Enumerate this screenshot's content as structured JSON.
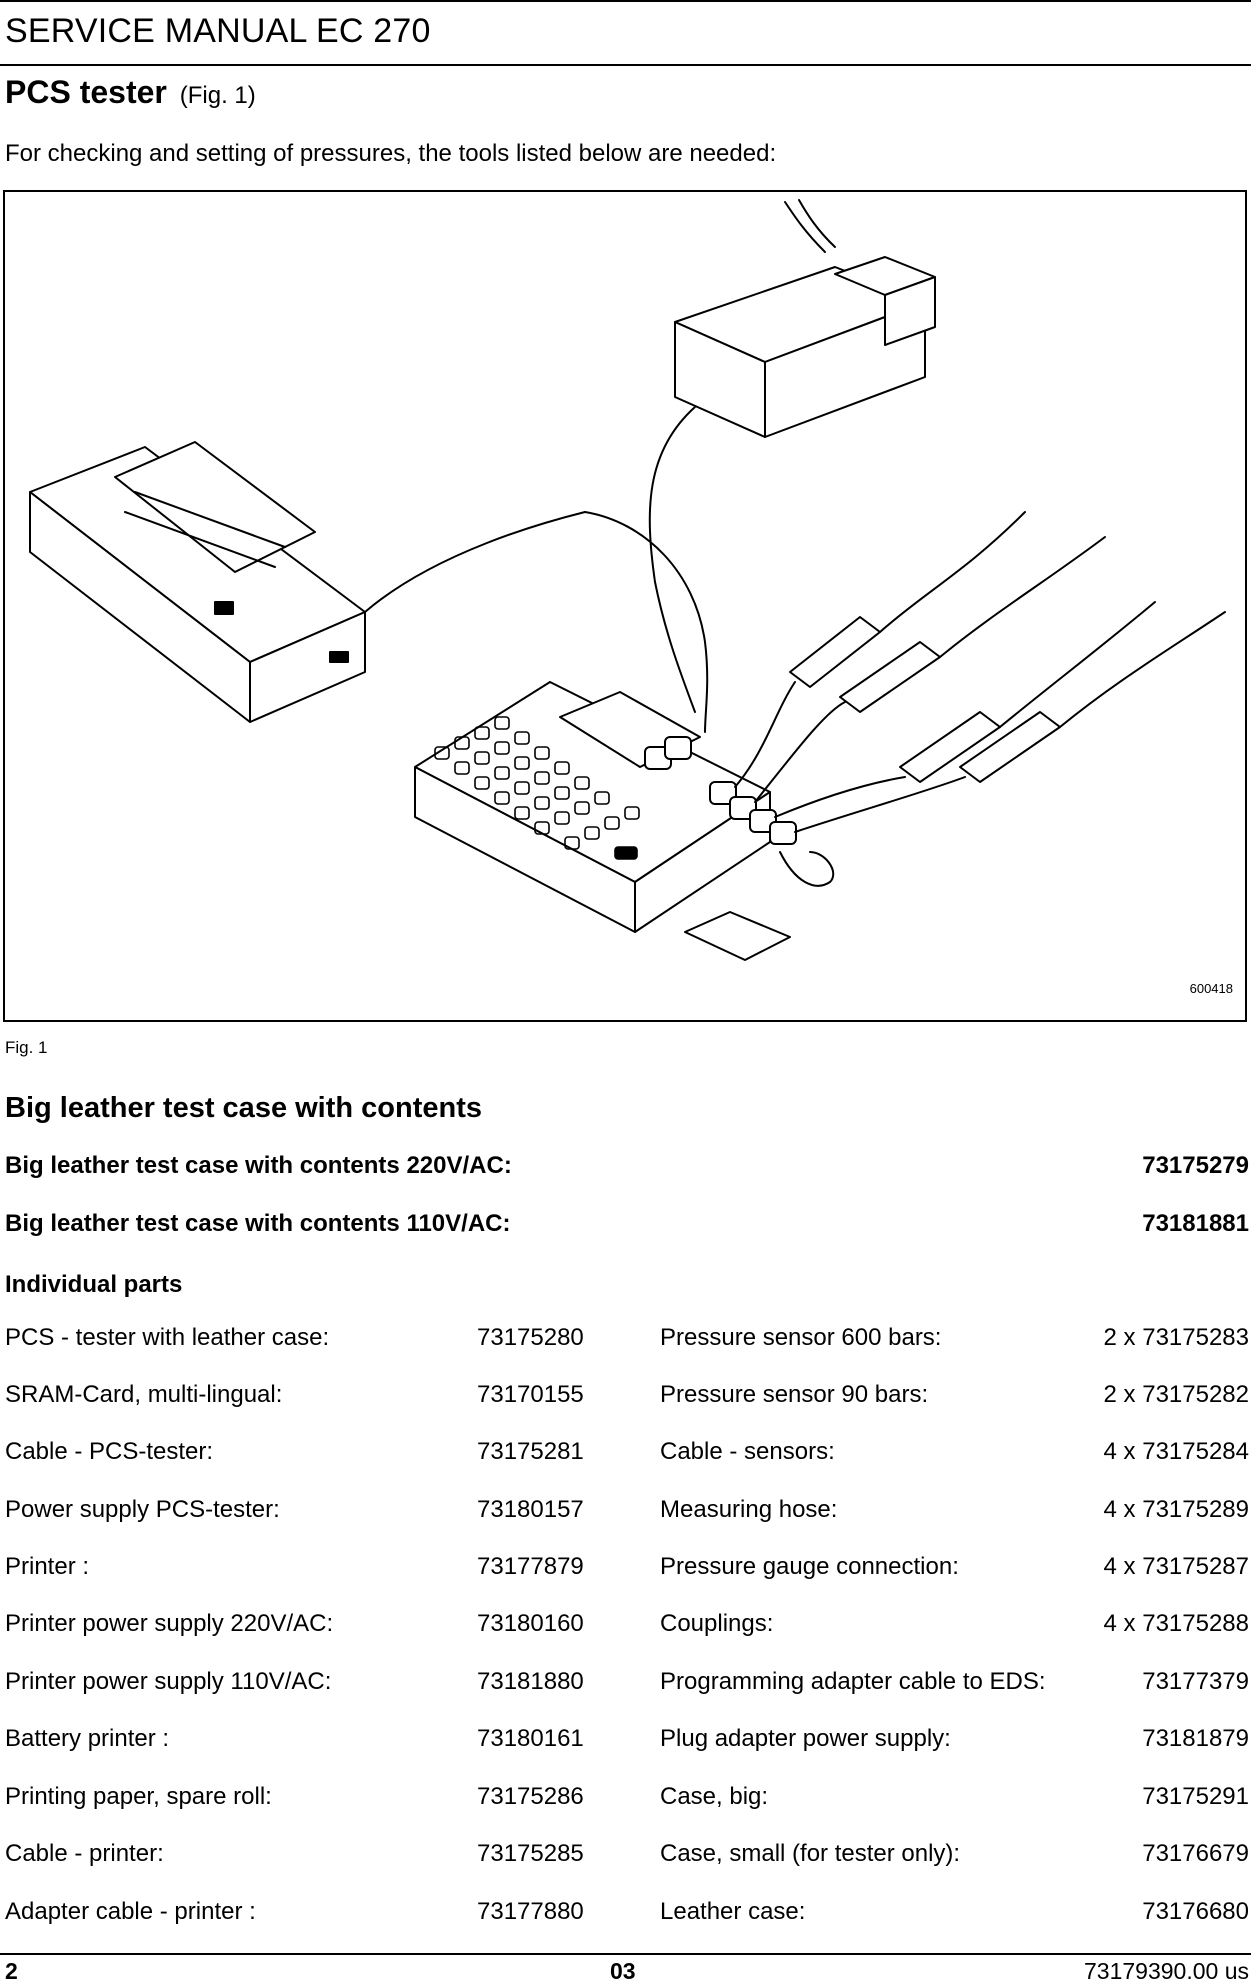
{
  "header": {
    "title": "SERVICE MANUAL EC 270"
  },
  "section": {
    "title": "PCS tester",
    "fig_ref": "(Fig. 1)"
  },
  "intro": "For checking and setting of pressures, the tools listed below are needed:",
  "figure": {
    "code": "600418",
    "caption": "Fig. 1"
  },
  "contents": {
    "heading": "Big leather test case with contents",
    "cases": [
      {
        "label": "Big leather test case with contents 220V/AC:",
        "number": "73175279"
      },
      {
        "label": "Big leather test case with contents 110V/AC:",
        "number": "73181881"
      }
    ],
    "parts_heading": "Individual parts",
    "parts": [
      {
        "left_name": "PCS - tester with leather case:",
        "left_number": "73175280",
        "right_name": "Pressure sensor 600 bars:",
        "right_number": "2 x 73175283"
      },
      {
        "left_name": "SRAM-Card, multi-lingual:",
        "left_number": "73170155",
        "right_name": "Pressure sensor 90 bars:",
        "right_number": "2 x 73175282"
      },
      {
        "left_name": "Cable - PCS-tester:",
        "left_number": "73175281",
        "right_name": "Cable - sensors:",
        "right_number": "4 x 73175284"
      },
      {
        "left_name": "Power supply PCS-tester:",
        "left_number": "73180157",
        "right_name": "Measuring hose:",
        "right_number": "4 x 73175289"
      },
      {
        "left_name": "Printer :",
        "left_number": "73177879",
        "right_name": "Pressure gauge connection:",
        "right_number": "4 x 73175287"
      },
      {
        "left_name": "Printer power supply 220V/AC:",
        "left_number": "73180160",
        "right_name": "Couplings:",
        "right_number": "4 x 73175288"
      },
      {
        "left_name": "Printer power supply 110V/AC:",
        "left_number": "73181880",
        "right_name": "Programming adapter cable to EDS:",
        "right_number": "73177379"
      },
      {
        "left_name": "Battery printer :",
        "left_number": "73180161",
        "right_name": "Plug adapter power supply:",
        "right_number": "73181879"
      },
      {
        "left_name": "Printing paper, spare roll:",
        "left_number": "73175286",
        "right_name": "Case, big:",
        "right_number": "73175291"
      },
      {
        "left_name": "Cable - printer:",
        "left_number": "73175285",
        "right_name": "Case, small (for tester only):",
        "right_number": "73176679"
      },
      {
        "left_name": "Adapter cable - printer :",
        "left_number": "73177880",
        "right_name": "Leather case:",
        "right_number": "73176680"
      }
    ]
  },
  "footer": {
    "page": "2",
    "section": "03",
    "doc_number": "73179390.00 us"
  }
}
